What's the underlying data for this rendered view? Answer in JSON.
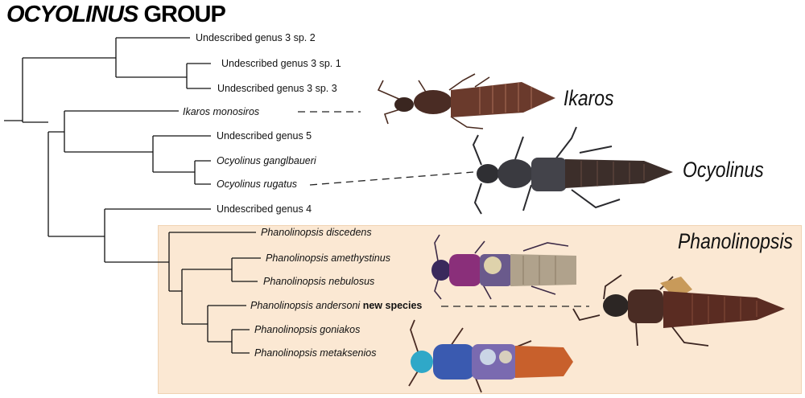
{
  "title": {
    "part1": "OCYOLINUS",
    "part2": "GROUP"
  },
  "leaves": [
    {
      "id": "ug3sp2",
      "text": "Undescribed genus 3 sp. 2",
      "italic": false
    },
    {
      "id": "ug3sp1",
      "text": "Undescribed genus 3 sp. 1",
      "italic": false
    },
    {
      "id": "ug3sp3",
      "text": "Undescribed genus 3 sp. 3",
      "italic": false
    },
    {
      "id": "ikaros",
      "text": "Ikaros monosiros",
      "italic": true
    },
    {
      "id": "ug5",
      "text": "Undescribed genus 5",
      "italic": false
    },
    {
      "id": "ogang",
      "text": "Ocyolinus ganglbaueri",
      "italic": true
    },
    {
      "id": "orug",
      "text": "Ocyolinus rugatus",
      "italic": true
    },
    {
      "id": "ug4",
      "text": "Undescribed genus 4",
      "italic": false
    },
    {
      "id": "pdisc",
      "text": "Phanolinopsis discedens",
      "italic": true
    },
    {
      "id": "pamet",
      "text": "Phanolinopsis amethystinus",
      "italic": true
    },
    {
      "id": "pnebu",
      "text": "Phanolinopsis nebulosus",
      "italic": true
    },
    {
      "id": "pande",
      "text": "Phanolinopsis andersoni",
      "italic": true,
      "suffix": "new species"
    },
    {
      "id": "pgoni",
      "text": "Phanolinopsis goniakos",
      "italic": true
    },
    {
      "id": "pmeta",
      "text": "Phanolinopsis metaksenios",
      "italic": true
    }
  ],
  "genus_labels": {
    "ikaros": "Ikaros",
    "ocyolinus": "Ocyolinus",
    "phanolinopsis": "Phanolinopsis"
  },
  "colors": {
    "highlight": "#fbe8d3",
    "line": "#111111",
    "beetle_brown": "#5a3326",
    "beetle_dark": "#2f2f35",
    "beetle_purple": "#5b3a7a",
    "beetle_blue": "#3d63b8",
    "beetle_orange": "#c8602c"
  }
}
